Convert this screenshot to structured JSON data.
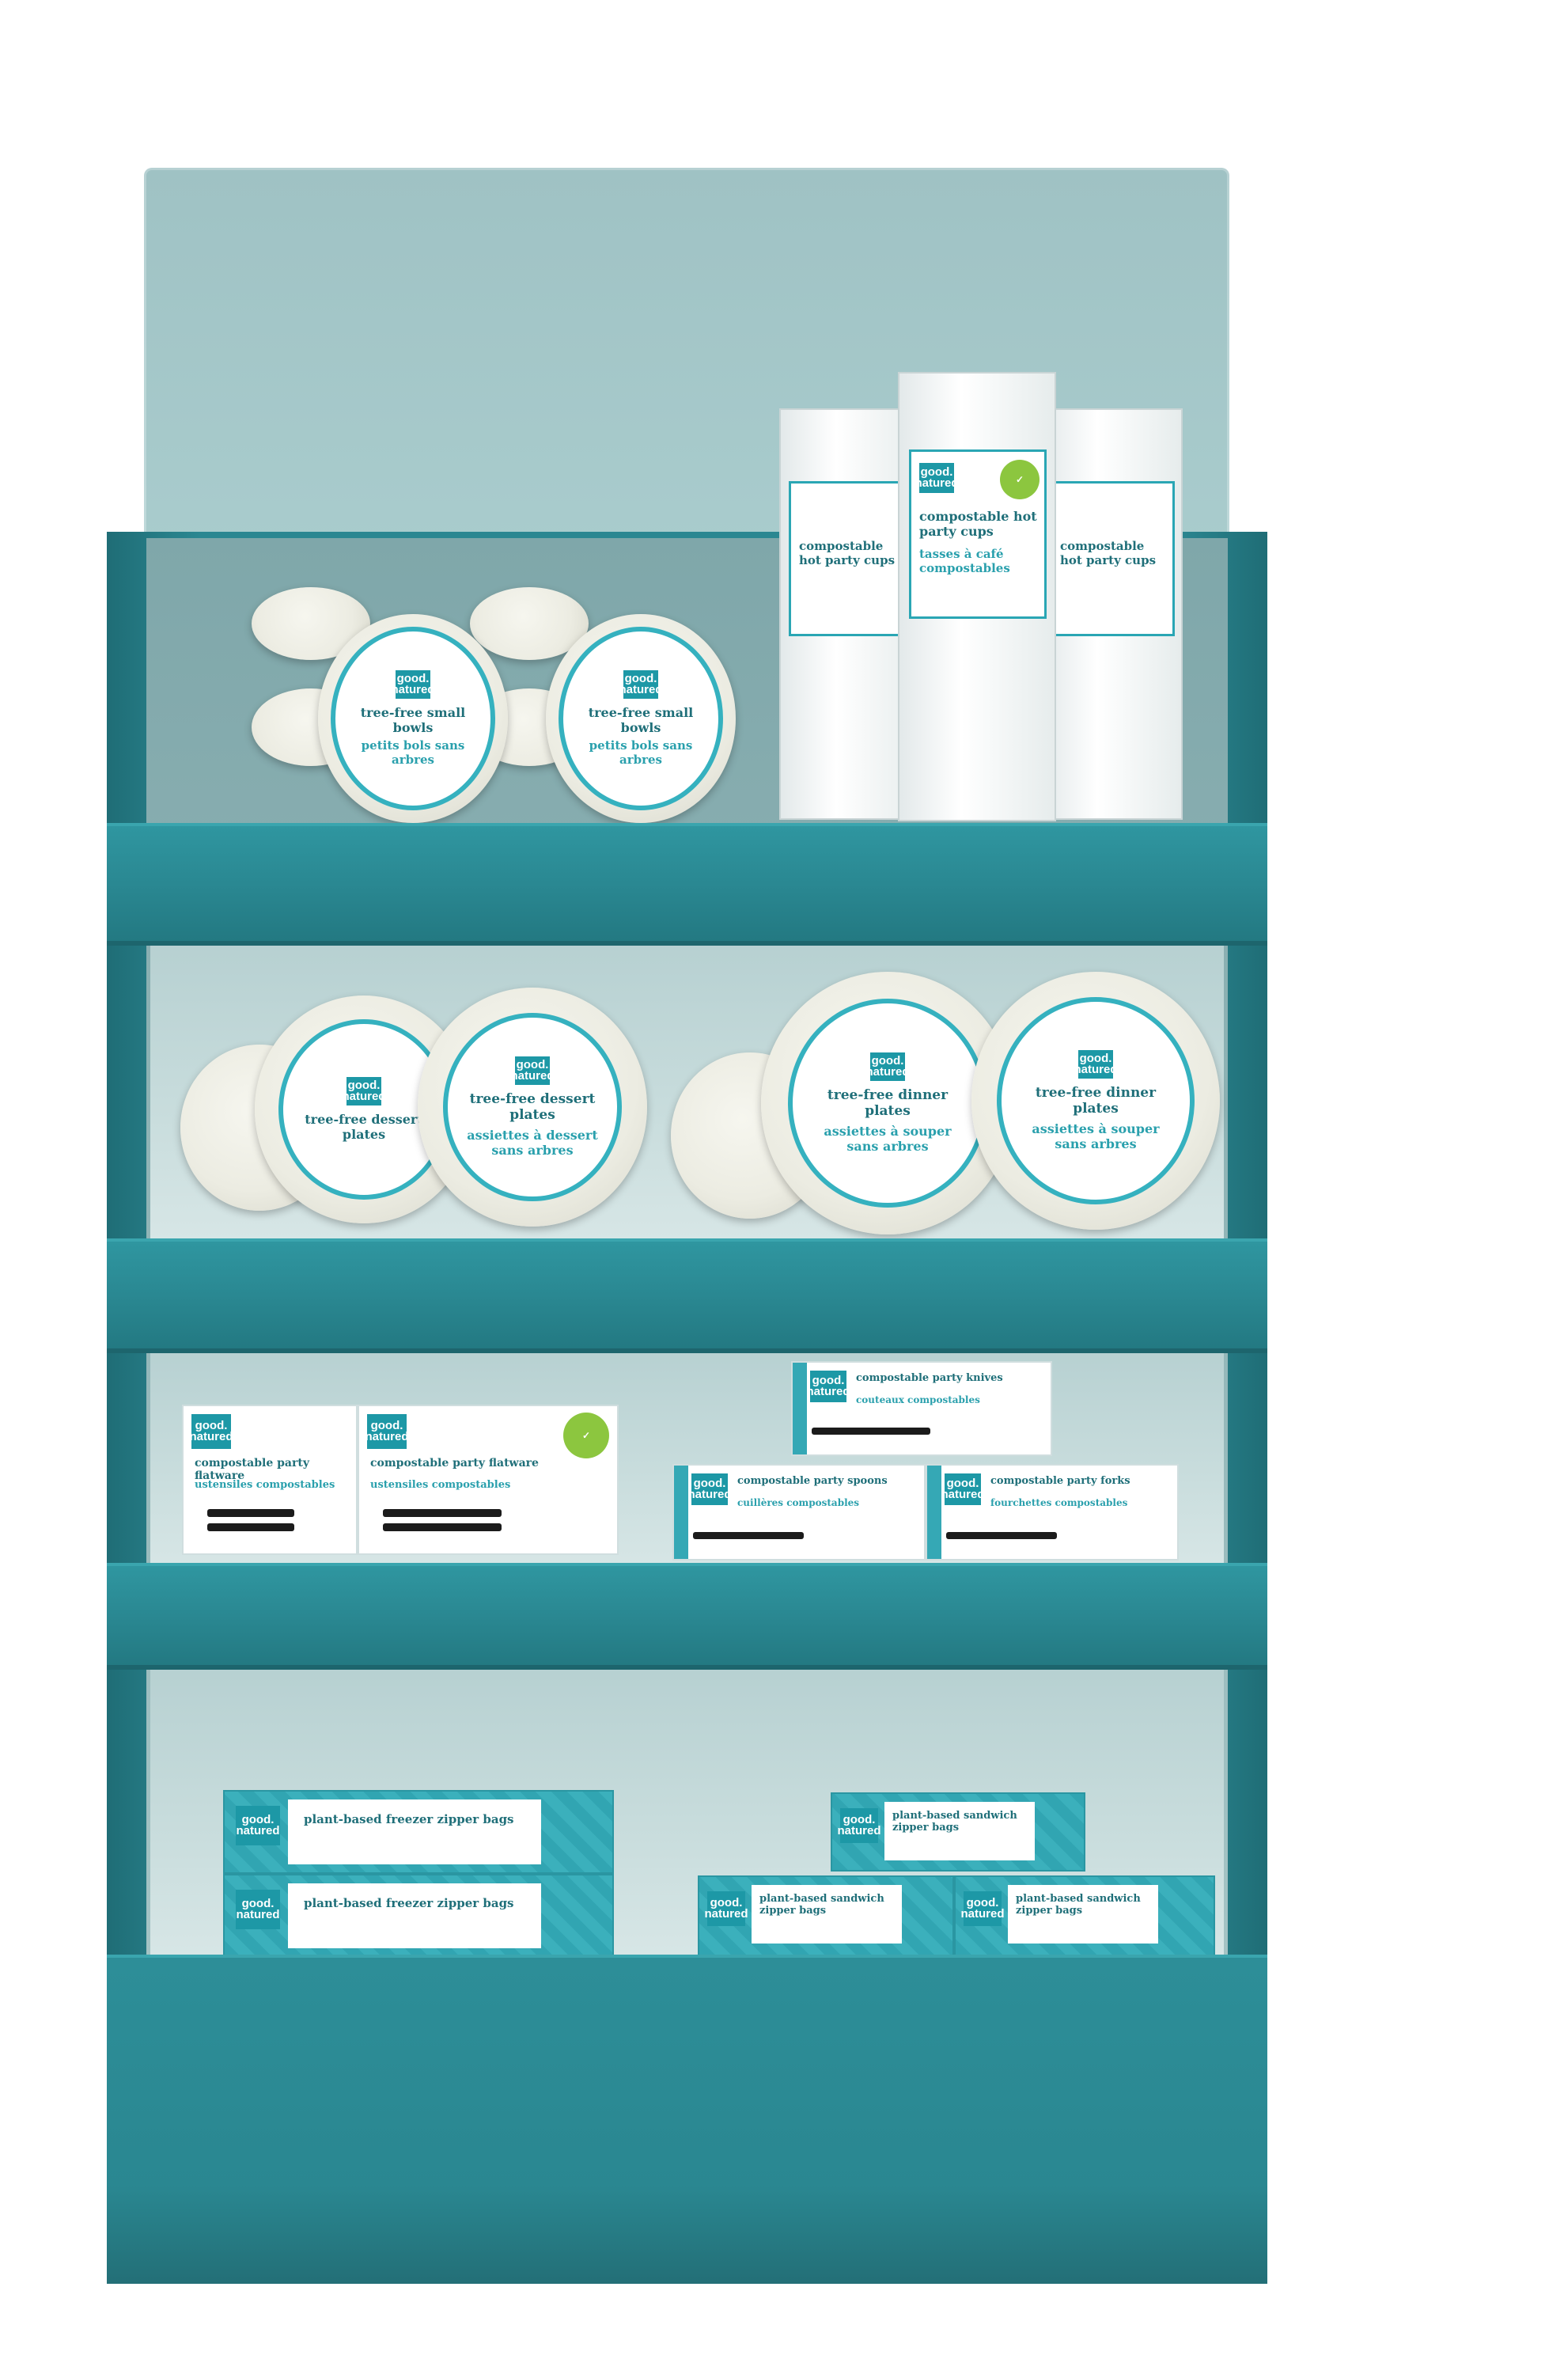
{
  "brand": {
    "logo_text": "good. natured",
    "accent": "#2aa6b4",
    "shelf_color": "#2a8791",
    "badge_color": "#8cc63f"
  },
  "shelf1": {
    "bowls": {
      "title": "tree-free small bowls",
      "title_fr": "petits bols sans arbres"
    },
    "cups": {
      "title": "compostable hot party cups",
      "title_fr": "tasses à café compostables"
    }
  },
  "shelf2": {
    "dessert": {
      "title": "tree-free dessert plates",
      "title_fr": "assiettes à dessert sans arbres"
    },
    "dinner": {
      "title": "tree-free dinner plates",
      "title_fr": "assiettes à souper sans arbres"
    }
  },
  "shelf3": {
    "flatware": {
      "title": "compostable party flatware",
      "title_fr": "ustensiles compostables"
    },
    "knives": {
      "title": "compostable party knives",
      "title_fr": "couteaux compostables"
    },
    "spoons": {
      "title": "compostable party spoons",
      "title_fr": "cuillères compostables"
    },
    "forks": {
      "title": "compostable party forks",
      "title_fr": "fourchettes compostables"
    }
  },
  "shelf4": {
    "freezer": {
      "title": "plant-based freezer zipper bags"
    },
    "sandwich": {
      "title": "plant-based sandwich zipper bags"
    }
  }
}
